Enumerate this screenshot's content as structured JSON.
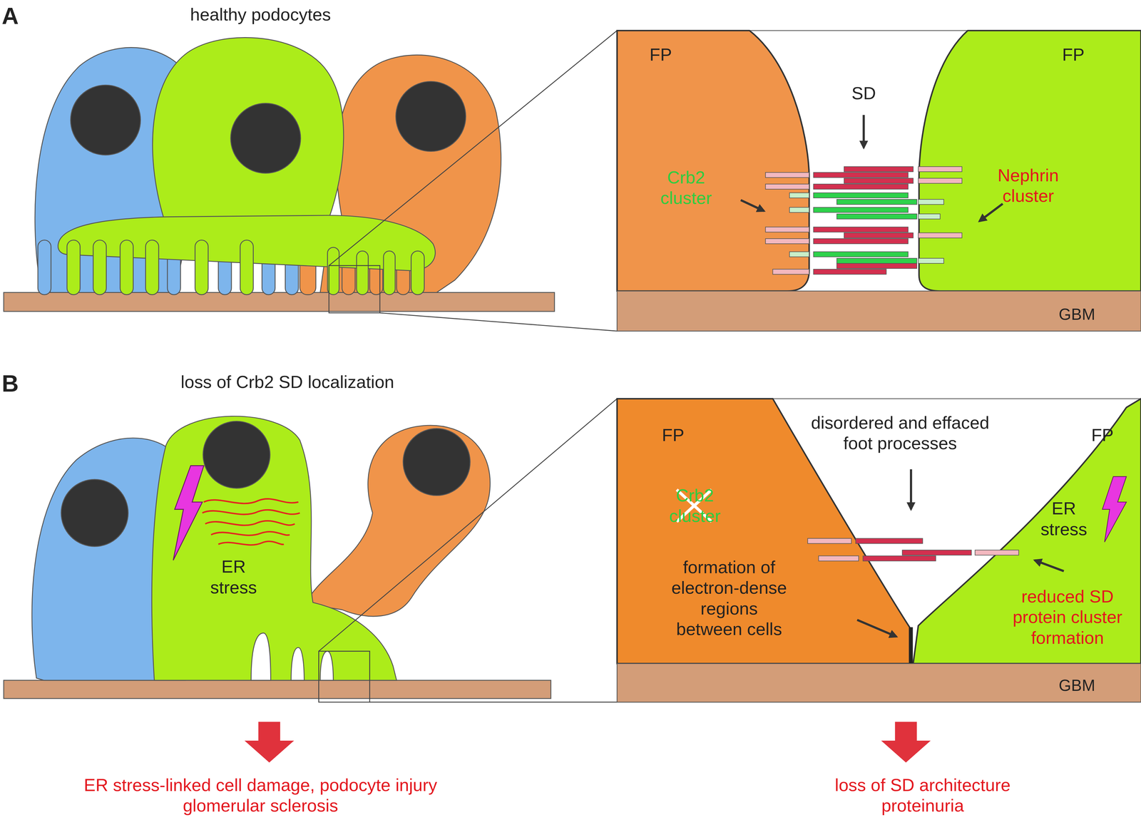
{
  "diagram": {
    "labels": [
      "A",
      "healthy podocytes",
      "FP",
      "FP",
      "SD",
      "Crb2 cluster",
      "Nephrin cluster",
      "GBM",
      "B",
      "loss of Crb2 SD localization",
      "ER stress",
      "FP",
      "disordered and effaced foot processes",
      "FP",
      "Crb2 cluster",
      "ER stress",
      "formation of electron-dense regions between cells",
      "reduced SD protein cluster formation",
      "GBM",
      "ER stress-linked cell damage, podocyte injury glomerular sclerosis",
      "loss of SD architecture proteinuria"
    ]
  }
}
